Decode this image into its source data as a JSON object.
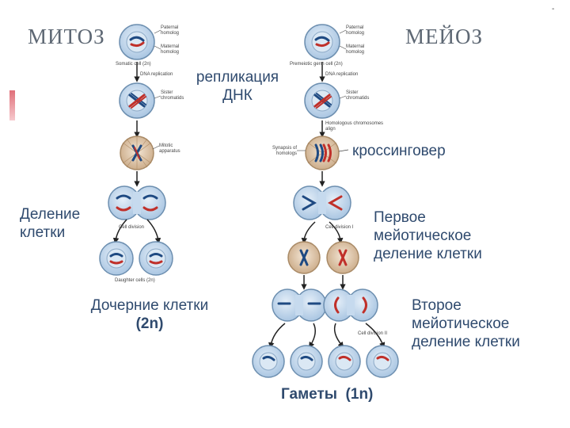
{
  "mitosis": {
    "title": "МИТОЗ",
    "labels": {
      "paternal": "Paternal homolog",
      "maternal": "Maternal homolog",
      "somatic": "Somatic cell (2n)",
      "dna_rep": "DNA replication",
      "sister": "Sister chromatids",
      "mitotic": "Mitotic apparatus",
      "division": "Cell division",
      "daughter": "Daughter cells (2n)"
    },
    "division_label_line1": "Деление",
    "division_label_line2": "клетки",
    "daughter_line1": "Дочерние клетки",
    "daughter_line2": "(2n)"
  },
  "meiosis": {
    "title": "МЕЙОЗ",
    "labels": {
      "paternal": "Paternal homolog",
      "maternal": "Maternal homolog",
      "premeiotic": "Premeiotic germ cell (2n)",
      "dna_rep": "DNA replication",
      "sister": "Sister chromatids",
      "homologous": "Homologous chromosomes align",
      "synapsis": "Synapsis of homologs",
      "division1": "Cell division I",
      "division2": "Cell division II"
    },
    "crossingover": "кроссинговер",
    "first_line1": "Первое",
    "first_line2": "мейотическое",
    "first_line3": "деление клетки",
    "second_line1": "Второе",
    "second_line2": "мейотическое",
    "second_line3": "деление клетки",
    "gametes": "Гаметы  (1n)"
  },
  "center": {
    "replication_line1": "репликация",
    "replication_line2": "ДНК"
  },
  "corner_mark": "-",
  "colors": {
    "cell_fill": "#c9dcef",
    "cell_edge": "#6d8fb0",
    "nucleus_fill": "#dbe8f4",
    "paternal": "#1f4a82",
    "maternal": "#c0302a",
    "arrow": "#222222",
    "text": "#2f4a6e",
    "title": "#5e6874"
  }
}
